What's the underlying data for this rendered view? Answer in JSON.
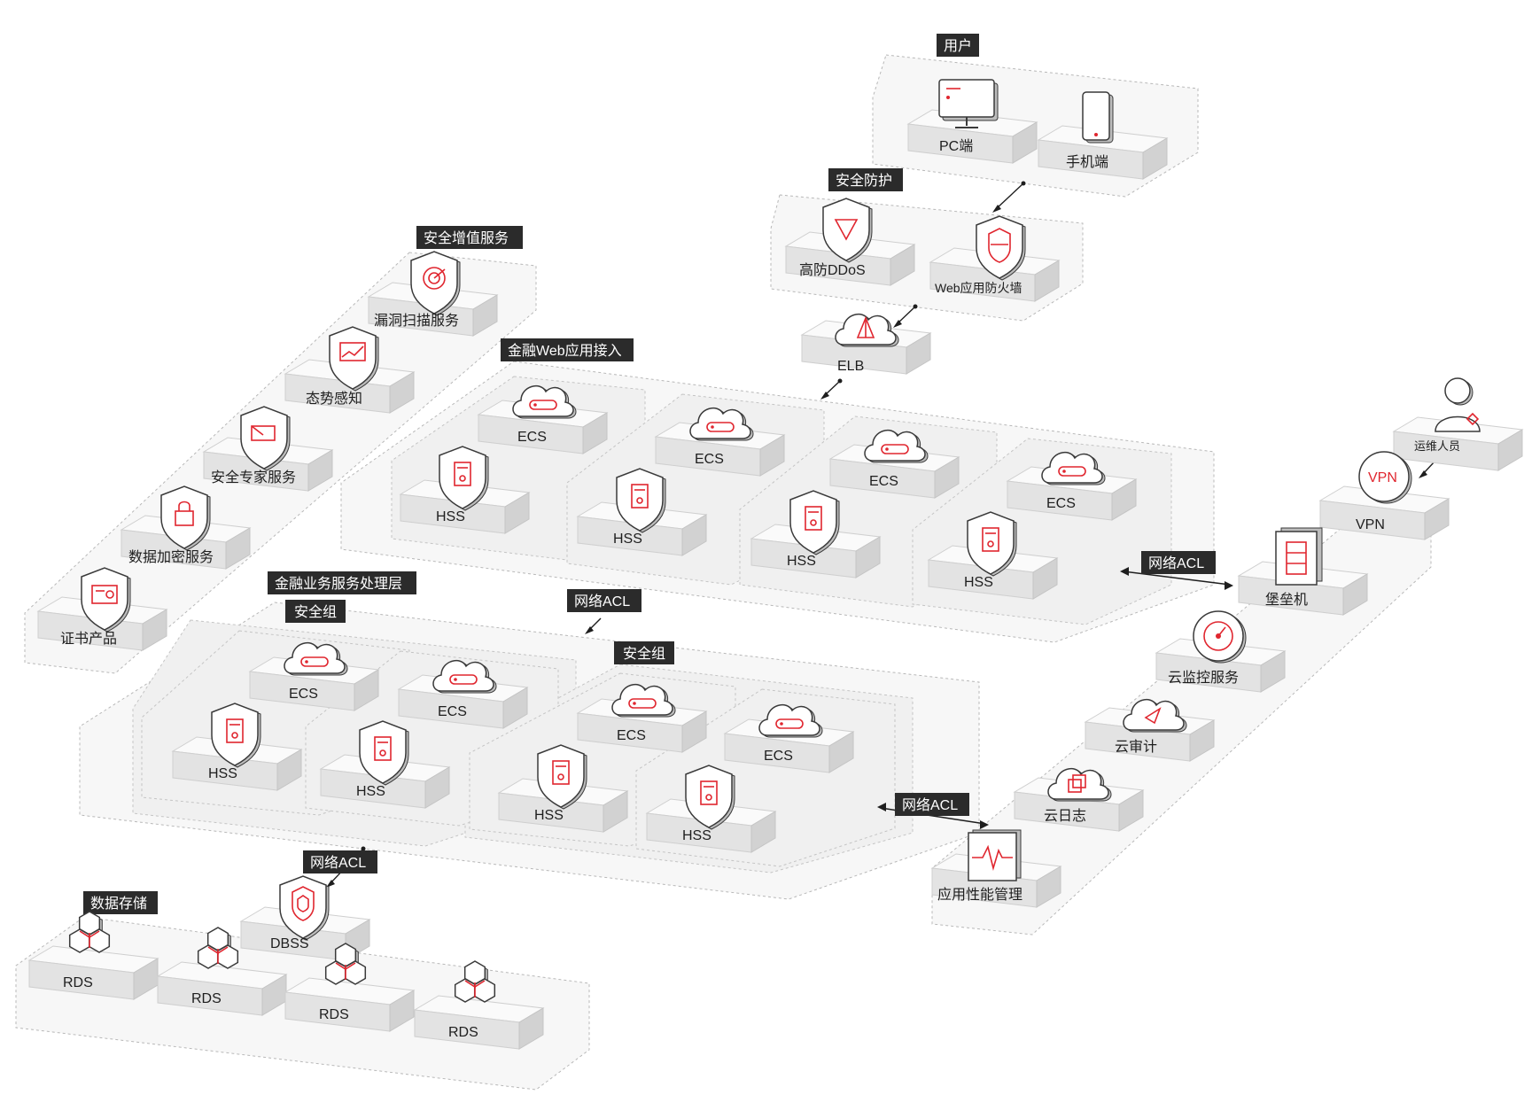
{
  "colors": {
    "accent": "#e0262f",
    "tag_background": "#2b2b2b",
    "tag_text": "#ffffff",
    "label_text": "#1e1e1e"
  },
  "tags": {
    "user": "用户",
    "security_protection": "安全防护",
    "value_added": "安全增值服务",
    "fin_web_access": "金融Web应用接入",
    "fin_business": "金融业务服务处理层",
    "sg_left": "安全组",
    "sg_right": "安全组",
    "acl_center": "网络ACL",
    "acl_right_upper": "网络ACL",
    "acl_right_lower": "网络ACL",
    "acl_bottom": "网络ACL",
    "data_storage": "数据存储"
  },
  "nodes": {
    "pc": {
      "label": "PC端",
      "icon": "monitor-icon"
    },
    "mobile": {
      "label": "手机端",
      "icon": "phone-icon"
    },
    "ddos": {
      "label": "高防DDoS",
      "icon": "shield-triangle-icon"
    },
    "waf": {
      "label": "Web应用防火墙",
      "icon": "shield-firewall-icon"
    },
    "elb": {
      "label": "ELB",
      "icon": "cloud-balancer-icon"
    },
    "scan": {
      "label": "漏洞扫描服务",
      "icon": "shield-radar-icon"
    },
    "situation": {
      "label": "态势感知",
      "icon": "shield-chart-icon"
    },
    "expert": {
      "label": "安全专家服务",
      "icon": "shield-card-icon"
    },
    "encrypt": {
      "label": "数据加密服务",
      "icon": "shield-lock-icon"
    },
    "cert": {
      "label": "证书产品",
      "icon": "shield-certificate-icon"
    },
    "ecs": {
      "label": "ECS",
      "icon": "cloud-server-icon"
    },
    "hss": {
      "label": "HSS",
      "icon": "shield-host-icon"
    },
    "ops": {
      "label": "运维人员",
      "icon": "person-icon"
    },
    "vpn": {
      "label": "VPN",
      "icon": "vpn-icon"
    },
    "bastion": {
      "label": "堡垒机",
      "icon": "bastion-icon"
    },
    "monitor": {
      "label": "云监控服务",
      "icon": "gauge-icon"
    },
    "audit": {
      "label": "云审计",
      "icon": "cloud-audit-icon"
    },
    "log": {
      "label": "云日志",
      "icon": "cloud-log-icon"
    },
    "apm": {
      "label": "应用性能管理",
      "icon": "pulse-icon"
    },
    "dbss": {
      "label": "DBSS",
      "icon": "shield-db-icon"
    },
    "rds": {
      "label": "RDS",
      "icon": "hexagon-cluster-icon"
    }
  }
}
